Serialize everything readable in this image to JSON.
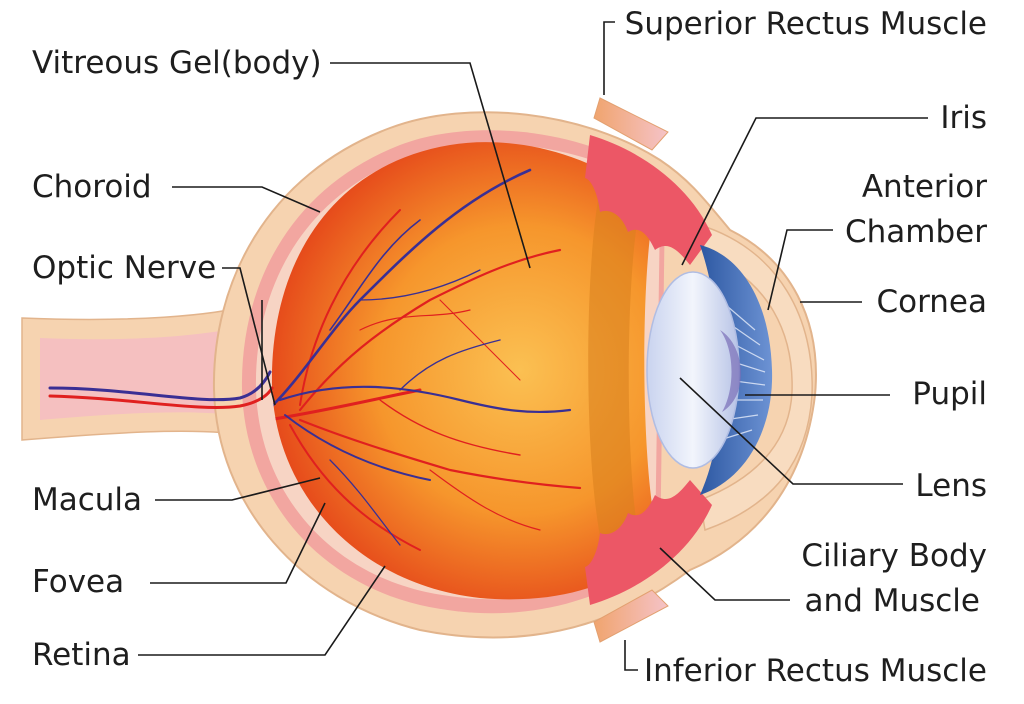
{
  "labels": {
    "vitreous": "Vitreous Gel(body)",
    "choroid": "Choroid",
    "optic_nerve": "Optic Nerve",
    "macula": "Macula",
    "fovea": "Fovea",
    "retina": "Retina",
    "superior_rectus": "Superior Rectus Muscle",
    "iris": "Iris",
    "anterior_1": "Anterior",
    "anterior_2": "Chamber",
    "cornea": "Cornea",
    "pupil": "Pupil",
    "lens": "Lens",
    "ciliary_1": "Ciliary Body",
    "ciliary_2": "and Muscle",
    "inferior_rectus": "Inferior Rectus Muscle"
  },
  "colors": {
    "sclera": "#f6d3b0",
    "sclera_edge": "#e2b48c",
    "choroid": "#f2a6a0",
    "vitreous_center": "#fbbd4e",
    "vitreous_mid": "#f47a1f",
    "vitreous_edge": "#c91d10",
    "ciliary": "#ec5766",
    "iris_blue": "#3f6fb6",
    "lens": "#dfe6f7",
    "artery": "#e0201f",
    "vein": "#3a2f94",
    "leader": "#1a1a1a"
  }
}
